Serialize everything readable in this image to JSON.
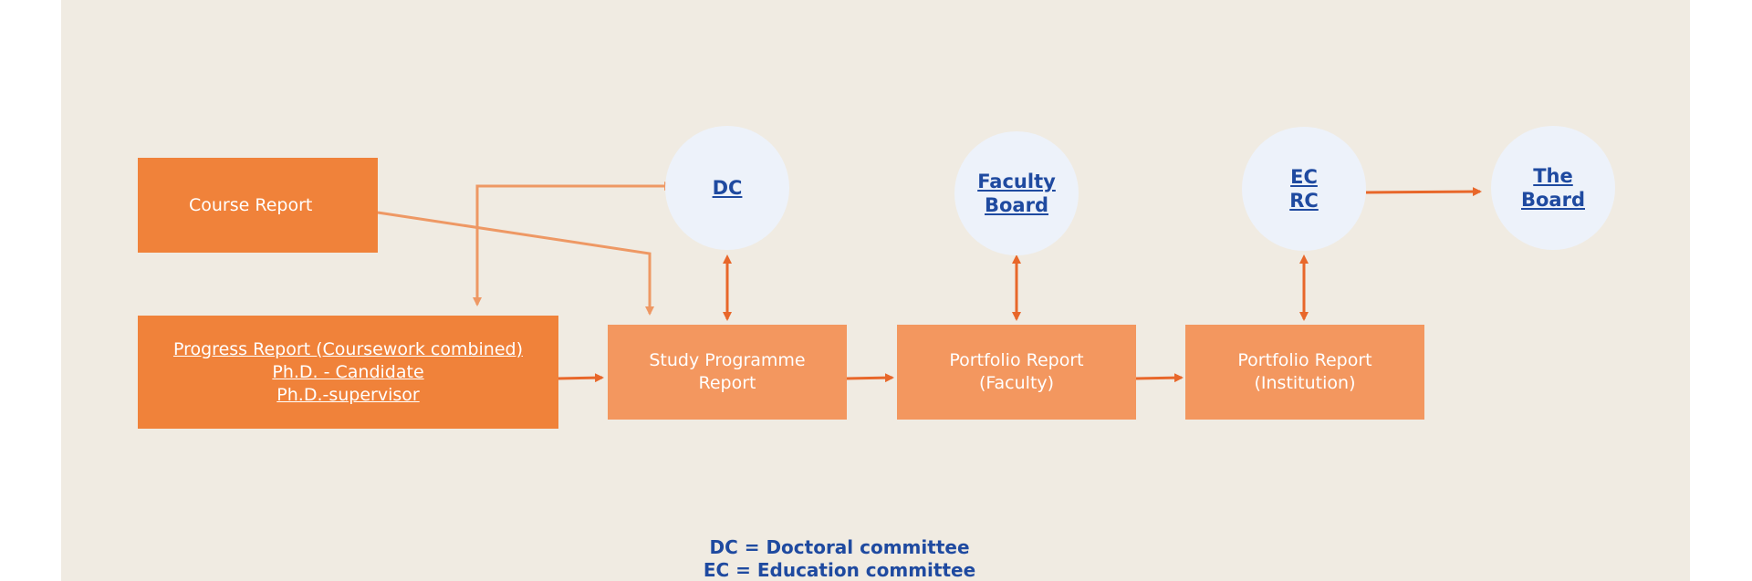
{
  "nodes": {
    "course_report": {
      "lines": [
        "Course Report"
      ]
    },
    "progress_report": {
      "lines": [
        "Progress Report (Coursework combined)",
        "Ph.D. - Candidate",
        "Ph.D.-supervisor"
      ]
    },
    "study_programme": {
      "lines": [
        "Study Programme",
        "Report"
      ]
    },
    "portfolio_faculty": {
      "lines": [
        "Portfolio Report",
        "(Faculty)"
      ]
    },
    "portfolio_institution": {
      "lines": [
        "Portfolio Report",
        "(Institution)"
      ]
    },
    "dc": {
      "lines": [
        "DC"
      ]
    },
    "faculty_board": {
      "lines": [
        "Faculty",
        "Board"
      ]
    },
    "ec_rc": {
      "lines": [
        "EC",
        "RC"
      ]
    },
    "the_board": {
      "lines": [
        "The",
        "Board"
      ]
    }
  },
  "legend": [
    "DC = Doctoral committee",
    "EC = Education committee"
  ],
  "colors": {
    "background": "#f0ebe2",
    "box_dark": "#f0823a",
    "box_light": "#f3975f",
    "circle": "#edf2fa",
    "label_blue": "#1f4aa0",
    "arrow_dark": "#e8672a",
    "arrow_light": "#ee9864"
  }
}
